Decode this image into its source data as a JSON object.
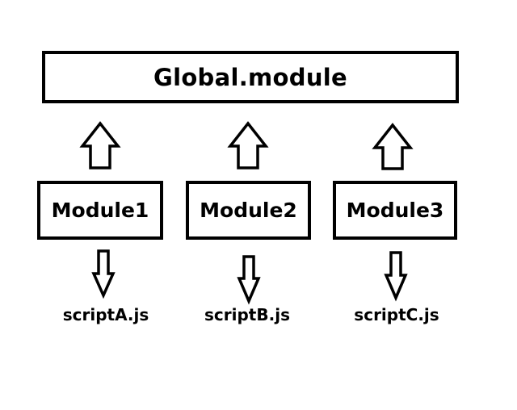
{
  "diagram": {
    "global_module": {
      "label": "Global.module"
    },
    "modules": [
      {
        "label": "Module1"
      },
      {
        "label": "Module2"
      },
      {
        "label": "Module3"
      }
    ],
    "scripts": [
      {
        "label": "scriptA.js"
      },
      {
        "label": "scriptB.js"
      },
      {
        "label": "scriptC.js"
      }
    ],
    "colors": {
      "stroke": "#000000",
      "fill": "#ffffff",
      "text": "#000000"
    }
  }
}
